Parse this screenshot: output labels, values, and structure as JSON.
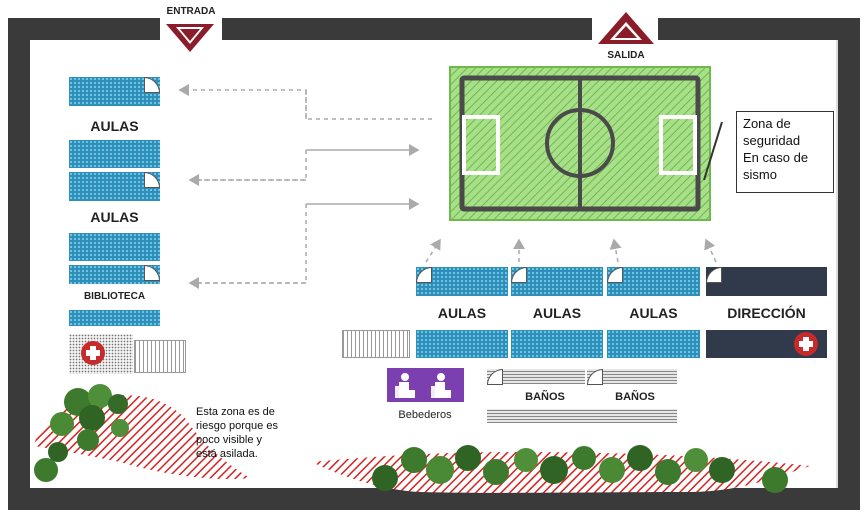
{
  "labels": {
    "entrada": "ENTRADA",
    "salida": "SALIDA",
    "aulas_left_1": "AULAS",
    "aulas_left_2": "AULAS",
    "biblioteca": "BIBLIOTECA",
    "aulas_bottom_1": "AULAS",
    "aulas_bottom_2": "AULAS",
    "aulas_bottom_3": "AULAS",
    "direccion": "DIRECCIÓN",
    "bebederos": "Bebederos",
    "banos_1": "BAÑOS",
    "banos_2": "BAÑOS"
  },
  "callout": {
    "line1": "Zona de",
    "line2": "seguridad",
    "line3": "En caso de",
    "line4": "sismo"
  },
  "risk_note": {
    "line1": "Esta zona es de",
    "line2": "riesgo porque es",
    "line3": "poco visible y",
    "line4": "está asilada."
  },
  "colors": {
    "classroom": "#2e90b9",
    "direction": "#303a4a",
    "field": "#8fd46a",
    "marker": "#8b1c2a",
    "first_aid": "#c62a2a",
    "fountain": "#7b3fb0",
    "risk_hatch": "#d82020",
    "tree": "#3d7a2e"
  }
}
